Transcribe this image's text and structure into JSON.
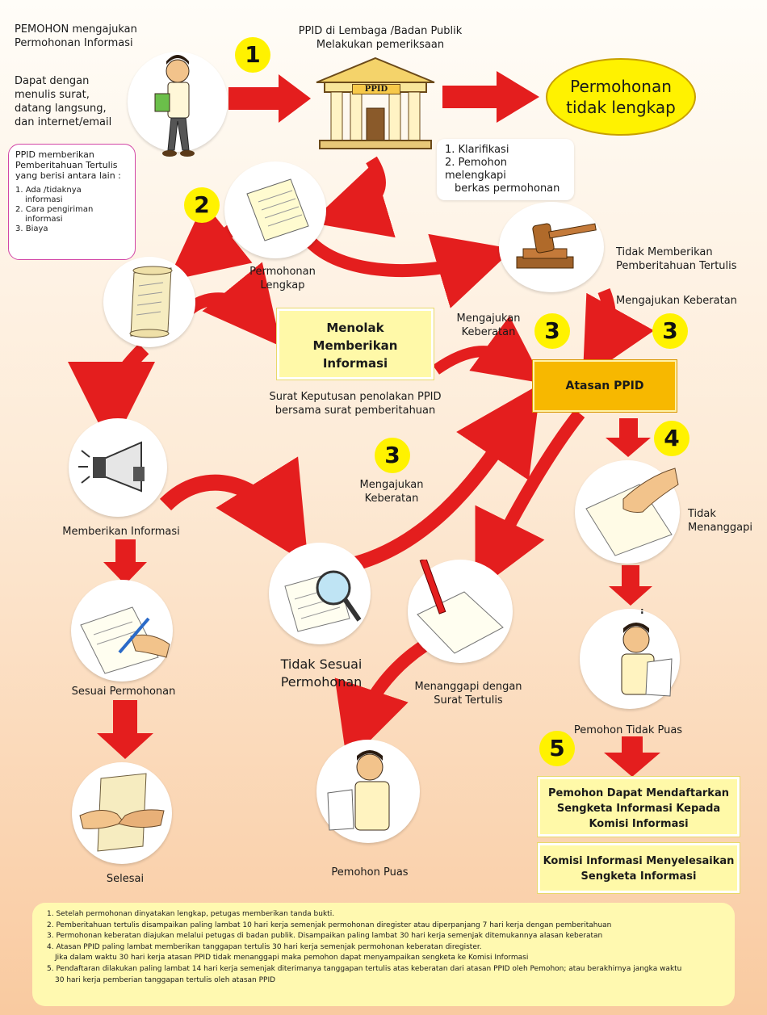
{
  "applicant": {
    "title_line1": "PEMOHON mengajukan",
    "title_line2": "Permohonan Informasi",
    "methods_line1": "Dapat dengan",
    "methods_line2": "menulis surat,",
    "methods_line3": "datang langsung,",
    "methods_line4": "dan internet/email"
  },
  "ppid_check": {
    "line1": "PPID di Lembaga /Badan Publik",
    "line2": "Melakukan pemeriksaan",
    "building_label": "PPID"
  },
  "incomplete": {
    "line1": "Permohonan",
    "line2": "tidak lengkap",
    "card_item1": "1. Klarifikasi",
    "card_item2": "2. Pemohon melengkapi",
    "card_item3": "berkas permohonan"
  },
  "notice_bubble": {
    "line1": "PPID  memberikan",
    "line2": "Pemberitahuan Tertulis",
    "line3": "yang berisi antara lain :",
    "items": [
      "1. Ada /tidaknya",
      "informasi",
      "2. Cara pengiriman",
      "informasi",
      "3. Biaya"
    ]
  },
  "complete": {
    "line1": "Permohonan",
    "line2": "Lengkap"
  },
  "no_notice": {
    "line1": "Tidak Memberikan",
    "line2": "Pemberitahuan Tertulis",
    "objection": "Mengajukan Keberatan"
  },
  "refuse": {
    "line1": "Menolak",
    "line2": "Memberikan",
    "line3": "Informasi",
    "note1": "Surat Keputusan penolakan PPID",
    "note2": "bersama surat pemberitahuan",
    "obj_line1": "Mengajukan",
    "obj_line2": "Keberatan"
  },
  "superior": {
    "label": "Atasan PPID"
  },
  "give_info": {
    "label": "Memberikan Informasi"
  },
  "objection3": {
    "line1": "Mengajukan",
    "line2": "Keberatan"
  },
  "mismatch": {
    "line1": "Tidak Sesuai",
    "line2": "Permohonan"
  },
  "written_reply": {
    "line1": "Menanggapi dengan",
    "line2": "Surat Tertulis"
  },
  "no_response": {
    "line1": "Tidak",
    "line2": "Menanggapi"
  },
  "matches": {
    "label": "Sesuai Permohonan"
  },
  "unsatisfied": {
    "label": "Pemohon Tidak Puas"
  },
  "satisfied": {
    "label": "Pemohon Puas"
  },
  "done": {
    "label": "Selesai"
  },
  "dispute": {
    "box1_line1": "Pemohon Dapat Mendaftarkan",
    "box1_line2": "Sengketa Informasi Kepada",
    "box1_line3": "Komisi Informasi",
    "box2_line1": "Komisi Informasi Menyelesaikan",
    "box2_line2": "Sengketa Informasi"
  },
  "numbers": {
    "n1": "1",
    "n2": "2",
    "n3": "3",
    "n4": "4",
    "n5": "5"
  },
  "footnotes": [
    "1. Setelah permohonan dinyatakan lengkap, petugas memberikan tanda bukti.",
    "2. Pemberitahuan tertulis disampaikan paling lambat 10 hari kerja semenjak permohonan diregister atau diperpanjang 7 hari kerja dengan pemberitahuan",
    "3. Permohonan keberatan diajukan melalui petugas di badan publik. Disampaikan paling lambat 30 hari kerja semenjak ditemukannya alasan keberatan",
    "4. Atasan PPID paling lambat memberikan tanggapan tertulis 30 hari kerja semenjak permohonan keberatan diregister.",
    "Jika dalam waktu 30 hari kerja atasan PPID tidak menanggapi maka pemohon dapat menyampaikan sengketa ke Komisi Informasi",
    "5. Pendaftaran dilakukan paling lambat 14 hari kerja semenjak diterimanya tanggapan tertulis atas keberatan dari atasan PPID oleh Pemohon; atau berakhirnya jangka waktu",
    "30 hari kerja pemberian tanggapan tertulis oleh atasan PPID"
  ],
  "colors": {
    "arrow": "#e41e1e",
    "yellow_num": "#fff200",
    "box_yellow": "#fff9a8",
    "superior_orange": "#f7b800"
  }
}
